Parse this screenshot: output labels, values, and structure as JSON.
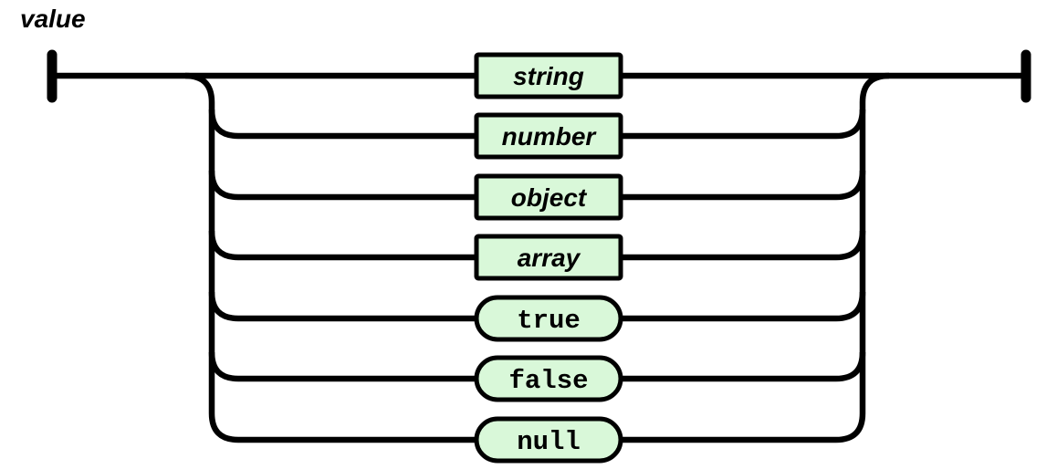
{
  "title": "value",
  "colors": {
    "background": "#ffffff",
    "stroke": "#000000",
    "node_fill": "#d9f8d9"
  },
  "diagram": {
    "type": "railroad-syntax-diagram",
    "rule_name": "value",
    "branches": [
      {
        "label": "string",
        "kind": "nonterminal"
      },
      {
        "label": "number",
        "kind": "nonterminal"
      },
      {
        "label": "object",
        "kind": "nonterminal"
      },
      {
        "label": "array",
        "kind": "nonterminal"
      },
      {
        "label": "true",
        "kind": "terminal"
      },
      {
        "label": "false",
        "kind": "terminal"
      },
      {
        "label": "null",
        "kind": "terminal"
      }
    ]
  }
}
